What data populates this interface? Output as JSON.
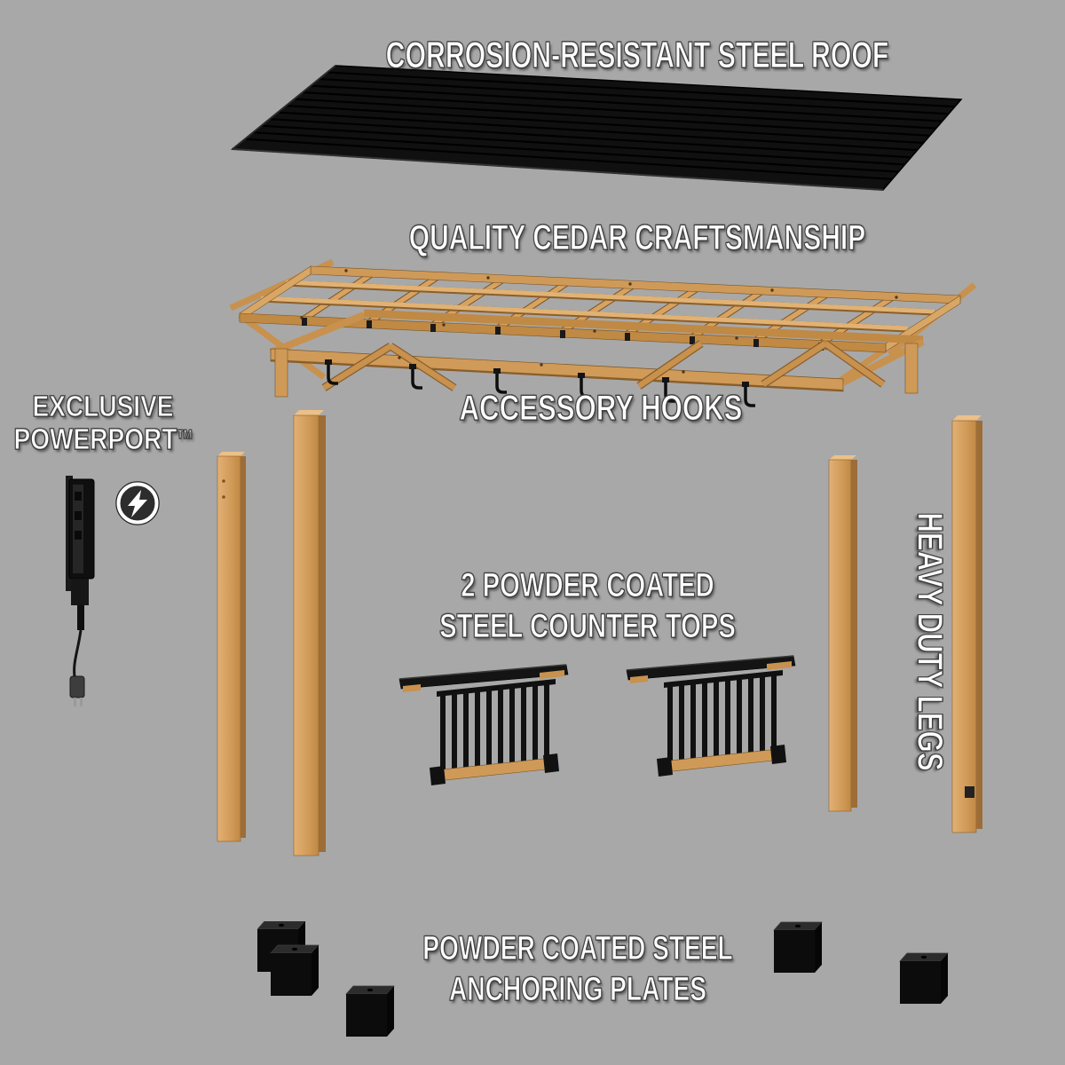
{
  "background": "#a8a8a8",
  "labels": {
    "roof": "CORROSION-RESISTANT STEEL ROOF",
    "cedar": "QUALITY CEDAR CRAFTSMANSHIP",
    "accessory_hooks": "ACCESSORY HOOKS",
    "powerport": {
      "line1": "EXCLUSIVE",
      "line2": "POWERPORT",
      "trademark": "TM"
    },
    "countertops": {
      "line1": "2 POWDER COATED",
      "line2": "STEEL COUNTER TOPS"
    },
    "heavy_duty_legs": "HEAVY DUTY LEGS",
    "anchoring": {
      "line1": "POWDER COATED STEEL",
      "line2": "ANCHORING PLATES"
    }
  },
  "icons": {
    "powerport_badge": "lightning-bolt-icon"
  },
  "colors": {
    "background": "#a8a8a8",
    "label_text": "#ffffff",
    "label_outline": "#3e3e3e",
    "roof_steel": "#101010",
    "cedar": "#d09a58",
    "cedar_dark": "#8a5f2c",
    "cedar_light": "#e3b175",
    "steel_parts": "#0d0d0d"
  }
}
